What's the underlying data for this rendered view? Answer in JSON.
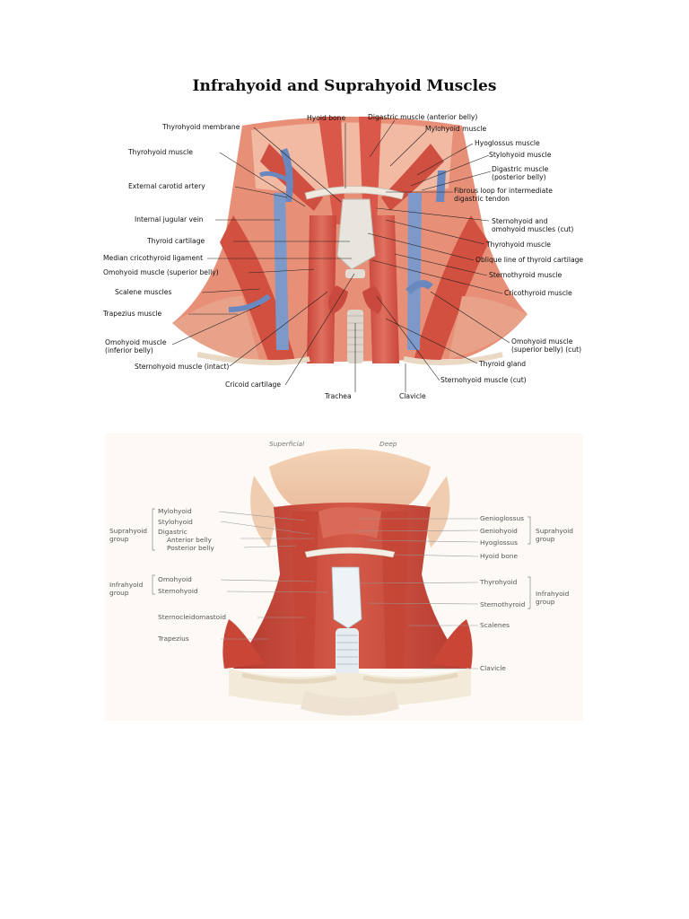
{
  "title": "Infrahyoid and Suprahyoid Muscles",
  "figure1": {
    "labels": {
      "hyoid_bone": "Hyoid bone",
      "digastric_anterior": "Digastric muscle (anterior belly)",
      "thyrohyoid_membrane": "Thyrohyoid membrane",
      "mylohyoid_muscle": "Mylohyoid muscle",
      "hyoglossus_muscle": "Hyoglossus muscle",
      "thyrohyoid_muscle_left": "Thyrohyoid muscle",
      "stylohyoid_muscle": "Stylohyoid muscle",
      "digastric_posterior_1": "Digastric muscle",
      "digastric_posterior_2": "(posterior belly)",
      "external_carotid": "External carotid artery",
      "fibrous_loop_1": "Fibrous loop for intermediate",
      "fibrous_loop_2": "digastric tendon",
      "internal_jugular": "Internal jugular vein",
      "sternohyoid_omohyoid_1": "Sternohyoid and",
      "sternohyoid_omohyoid_2": "omohyoid muscles (cut)",
      "thyroid_cartilage": "Thyroid cartilage",
      "thyrohyoid_muscle_right": "Thyrohyoid muscle",
      "median_cricothyroid": "Median cricothyroid ligament",
      "oblique_line": "Oblique line of thyroid cartilage",
      "omohyoid_superior": "Omohyoid muscle (superior belly)",
      "sternothyroid_muscle": "Sternothyroid muscle",
      "scalene_muscles": "Scalene muscles",
      "cricothyroid_muscle": "Cricothyroid muscle",
      "trapezius_muscle": "Trapezius muscle",
      "omohyoid_right_1": "Omohyoid muscle",
      "omohyoid_right_2": "(superior belly) (cut)",
      "omohyoid_inferior_1": "Omohyoid muscle",
      "omohyoid_inferior_2": "(inferior belly)",
      "thyroid_gland": "Thyroid gland",
      "sternohyoid_intact": "Sternohyoid muscle (intact)",
      "sternohyoid_cut": "Sternohyoid muscle (cut)",
      "cricoid_cartilage": "Cricoid cartilage",
      "trachea": "Trachea",
      "clavicle": "Clavicle"
    }
  },
  "figure2": {
    "labels": {
      "superficial": "Superficial",
      "deep": "Deep",
      "mylohyoid": "Mylohyoid",
      "stylohyoid": "Stylohyoid",
      "suprahyoid_group_l1": "Suprahyoid",
      "suprahyoid_group_l2": "group",
      "digastric": "Digastric",
      "anterior_belly": "Anterior belly",
      "posterior_belly": "Posterior belly",
      "genioglossus": "Genioglossus",
      "geniohyoid": "Geniohyoid",
      "hyoglossus": "Hyoglossus",
      "suprahyoid_group_r1": "Suprahyoid",
      "suprahyoid_group_r2": "group",
      "hyoid_bone": "Hyoid bone",
      "omohyoid": "Omohyoid",
      "infrahyoid_group_l1": "Infrahyoid",
      "infrahyoid_group_l2": "group",
      "sternohyoid": "Sternohyoid",
      "thyrohyoid": "Thyrohyoid",
      "sternothyroid": "Sternothyroid",
      "infrahyoid_group_r1": "Infrahyoid",
      "infrahyoid_group_r2": "group",
      "sternocleidomastoid": "Sternocleidomastoid",
      "scalenes": "Scalenes",
      "trapezius": "Trapezius",
      "clavicle": "Clavicle"
    }
  }
}
